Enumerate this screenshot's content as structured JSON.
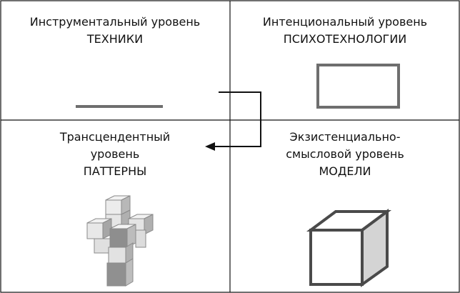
{
  "quadrants": {
    "top_left": {
      "line1": "Инструментальный уровень",
      "line2": "ТЕХНИКИ"
    },
    "top_right": {
      "line1": "Интенциональный уровень",
      "line2": "ПСИХОТЕХНОЛОГИИ"
    },
    "bottom_left": {
      "line1": "Трансцендентный",
      "line2": "уровень",
      "line3": "ПАТТЕРНЫ"
    },
    "bottom_right": {
      "line1": "Экзистенциально-",
      "line2": "смысловой уровень",
      "line3": "МОДЕЛИ"
    }
  },
  "icons": {
    "top_left": "horizontal-line-icon",
    "top_right": "rectangle-icon",
    "bottom_left": "cube-cross-icon",
    "bottom_right": "cube-icon"
  },
  "colors": {
    "grid": "#111111",
    "icon_stroke": "#6e6e6e",
    "cube_face": "#d4d4d4",
    "cube_side": "#a8a8a8"
  }
}
